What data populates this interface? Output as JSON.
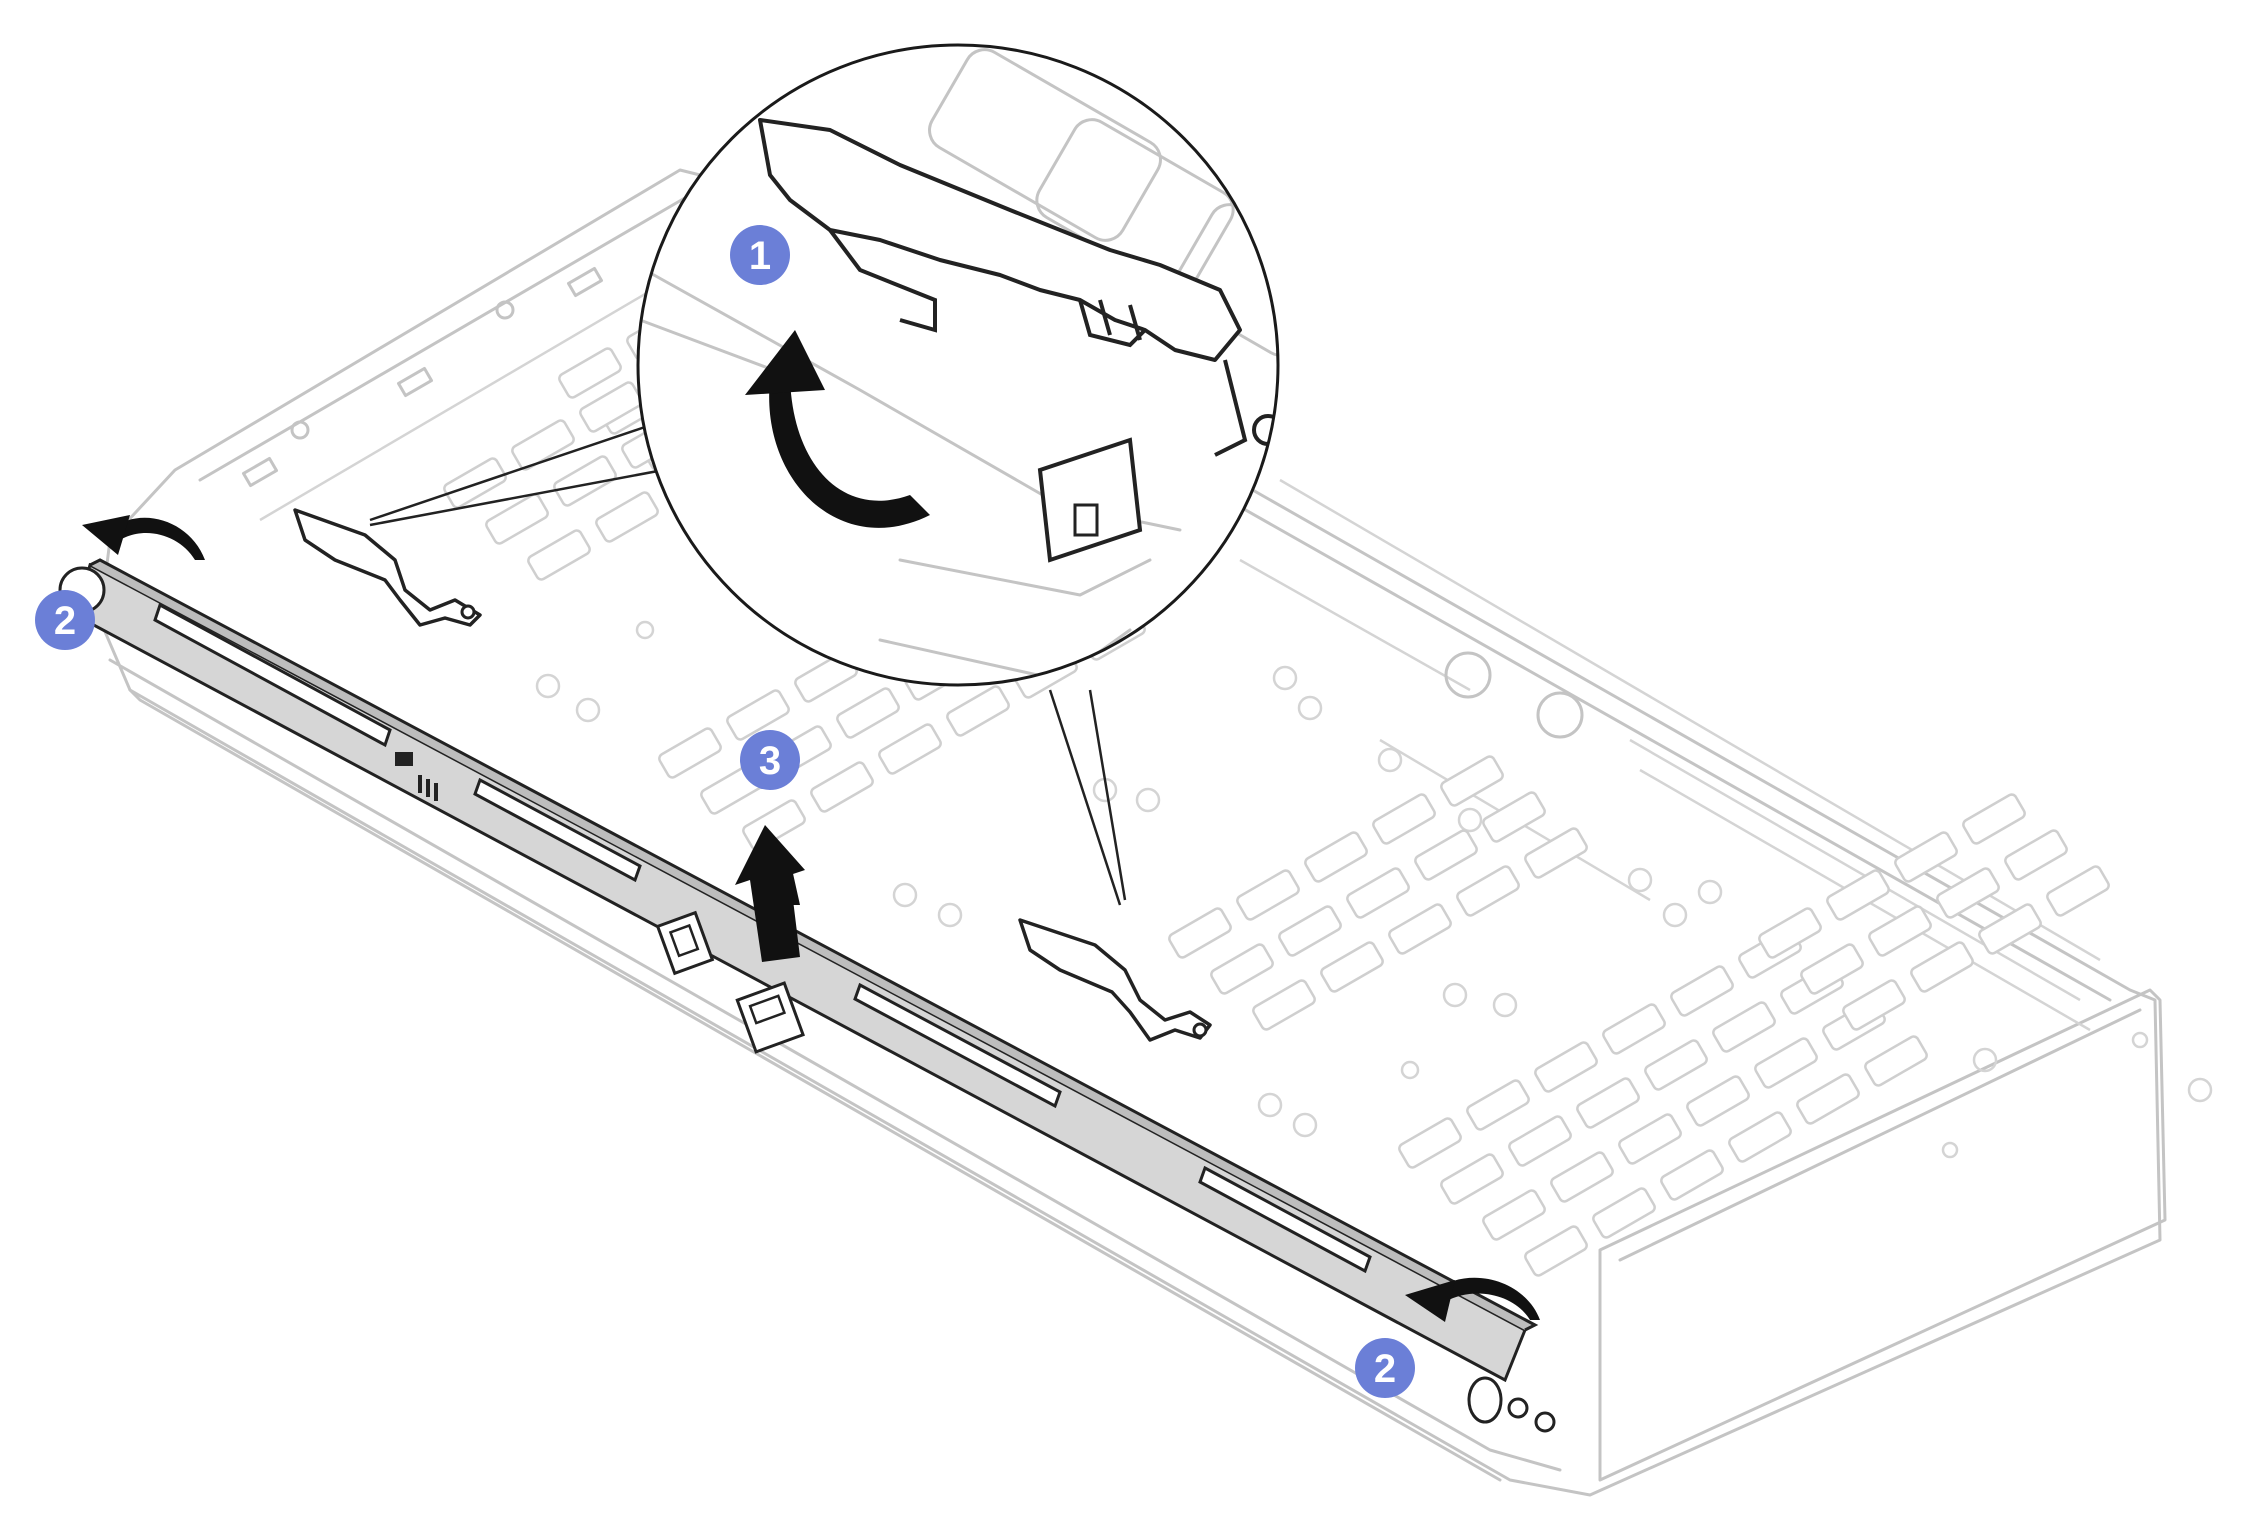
{
  "diagram": {
    "type": "hardware-removal-illustration",
    "colors": {
      "callout": "#6b7fd7",
      "backplane": "#d6d6d6",
      "arrow": "#111111",
      "outline": "#c4c4c4",
      "magnifier_border": "#1a1a1a"
    },
    "callouts": [
      {
        "label": "1"
      },
      {
        "label": "2"
      },
      {
        "label": "2"
      },
      {
        "label": "3"
      }
    ]
  }
}
